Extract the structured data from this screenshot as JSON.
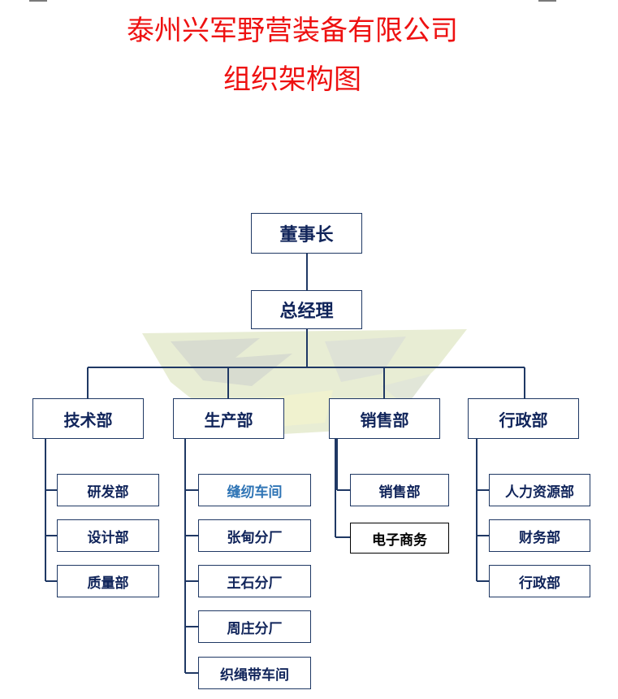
{
  "header": {
    "company": "泰州兴军野营装备有限公司",
    "subtitle": "组织架构图"
  },
  "org": {
    "chairman": "董事长",
    "general_manager": "总经理",
    "departments": [
      {
        "name": "技术部",
        "children": [
          "研发部",
          "设计部",
          "质量部"
        ]
      },
      {
        "name": "生产部",
        "children": [
          "缝纫车间",
          "张甸分厂",
          "王石分厂",
          "周庄分厂",
          "织绳带车间"
        ]
      },
      {
        "name": "销售部",
        "children": [
          "销售部",
          "电子商务"
        ]
      },
      {
        "name": "行政部",
        "children": [
          "人力资源部",
          "财务部",
          "行政部"
        ]
      }
    ]
  },
  "colors": {
    "title": "#ee1111",
    "line": "#1f3864",
    "text": "#10245a",
    "highlight_text": "#2e74b5"
  },
  "watermark": {
    "icon": "logo-icon"
  }
}
